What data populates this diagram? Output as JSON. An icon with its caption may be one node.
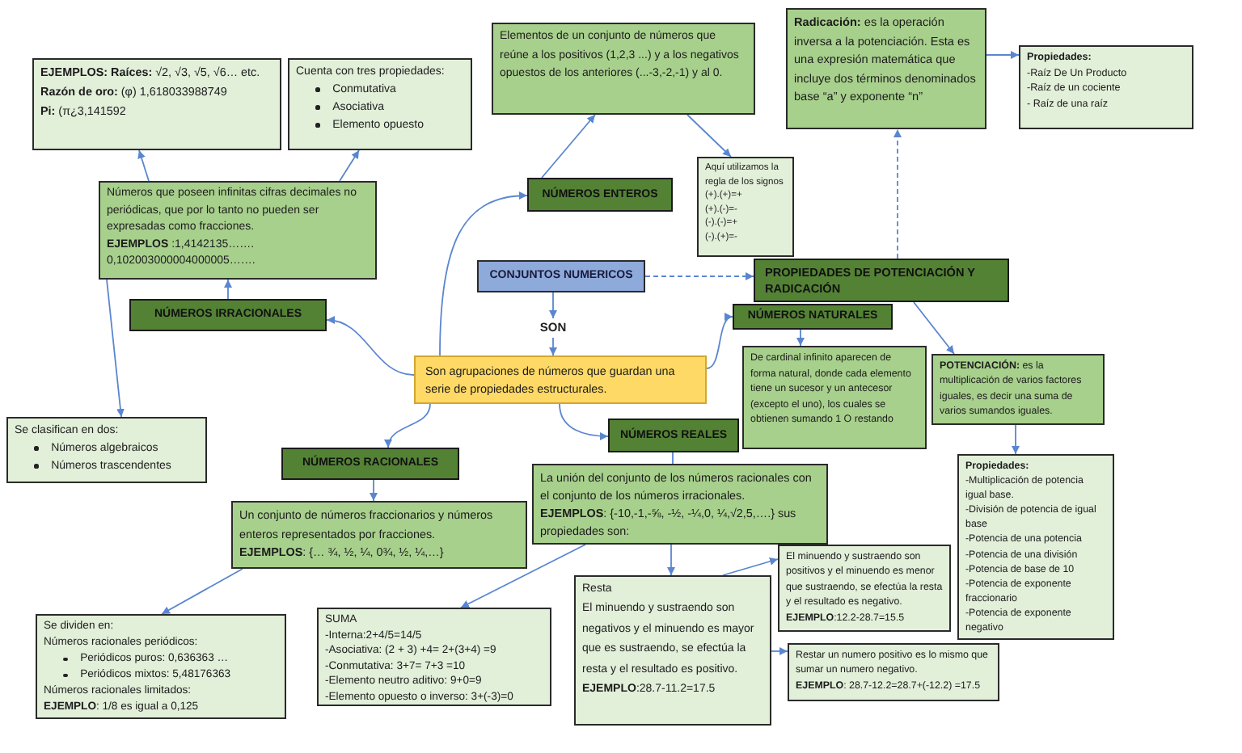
{
  "diagram": {
    "nodes": [
      {
        "text": [
          "**EJEMPLOS: Raíces:** √2, √3, √5, √6… etc.",
          "**Razón de oro:** (φ) 1,618033988749",
          "**Pi:** (π¿3,141592"
        ]
      },
      {
        "text": [
          "Cuenta con tres propiedades:",
          "Conmutativa",
          "Asociativa",
          "Elemento opuesto"
        ]
      },
      {
        "text": [
          "Elementos de un conjunto de números que reúne a los positivos (1,2,3 ...) y a los negativos opuestos de los anteriores (...-3,-2,-1) y al 0."
        ]
      },
      {
        "text": [
          "NÚMEROS ENTEROS"
        ]
      },
      {
        "text": [
          "Aquí utilizamos la regla de los signos",
          "(+).(+)=+",
          "(+).(-)=-",
          "(-).(-)=+",
          "(-).(+)=-"
        ]
      },
      {
        "text": [
          "**Radicación:** es la operación inversa a la potenciación. Esta es una expresión matemática que incluye dos términos denominados base “a” y exponente “n”"
        ]
      },
      {
        "text": [
          "Propiedades:",
          "-Raíz De Un Producto",
          "-Raíz de un cociente",
          "- Raíz de una raíz"
        ]
      },
      {
        "text": [
          "Números que poseen infinitas cifras decimales no periódicas, que por lo tanto no pueden ser expresadas como fracciones.",
          "**EJEMPLOS** :1,4142135…….",
          "0,102003000004000005……."
        ]
      },
      {
        "text": [
          "NÚMEROS IRRACIONALES"
        ]
      },
      {
        "text": [
          "CONJUNTOS NUMERICOS"
        ]
      },
      {
        "text": [
          "SON"
        ]
      },
      {
        "text": [
          "Son agrupaciones de números que guardan una serie de propiedades estructurales."
        ]
      },
      {
        "text": [
          "PROPIEDADES DE POTENCIACIÓN Y RADICACIÓN"
        ]
      },
      {
        "text": [
          "NÚMEROS NATURALES"
        ]
      },
      {
        "text": [
          "De cardinal infinito aparecen de forma natural, donde cada elemento tiene un sucesor y un antecesor (excepto el uno), los cuales se obtienen sumando 1 O restando"
        ]
      },
      {
        "text": [
          "**POTENCIACIÓN:** es la multiplicación de varios factores iguales, es decir una suma de varios sumandos iguales."
        ]
      },
      {
        "text": [
          "Propiedades:",
          "-Multiplicación de potencia igual base.",
          "-División de potencia de igual base",
          "-Potencia de una potencia",
          "-Potencia de una división",
          "-Potencia de base de 10",
          "-Potencia de exponente fraccionario",
          "-Potencia de exponente negativo"
        ]
      },
      {
        "text": [
          "Se clasifican en dos:",
          "Números algebraicos",
          "Números trascendentes"
        ]
      },
      {
        "text": [
          "NÚMEROS RACIONALES"
        ]
      },
      {
        "text": [
          "Un conjunto de números fraccionarios y números enteros representados por fracciones.",
          "**EJEMPLOS**: {… ¾, ½, ¼, 0¾, ½, ¼,…}"
        ]
      },
      {
        "text": [
          "NÚMEROS REALES"
        ]
      },
      {
        "text": [
          "La unión del conjunto de los números racionales con el conjunto de los números irracionales.",
          "**EJEMPLOS**: {-10,-1,-⅝, -½, -¼,0, ¼,√2,5,….} sus propiedades son:"
        ]
      },
      {
        "text": [
          "Se dividen en:",
          "Números racionales periódicos:",
          "Periódicos puros: 0,636363 …",
          "Periódicos mixtos: 5,48176363",
          "Números racionales limitados:",
          "**EJEMPLO**: 1/8 es igual a 0,125"
        ]
      },
      {
        "text": [
          "SUMA",
          "-Interna:2+4/5=14/5",
          "-Asociativa: (2 + 3) +4= 2+(3+4) =9",
          "-Conmutativa: 3+7= 7+3 =10",
          "-Elemento neutro aditivo: 9+0=9",
          "-Elemento opuesto o inverso: 3+(-3)=0"
        ]
      },
      {
        "text": [
          "Resta",
          "El minuendo y sustraendo son negativos y el minuendo es mayor que es sustraendo, se efectúa la resta y el resultado es positivo.",
          "**EJEMPLO**:28.7-11.2=17.5"
        ]
      },
      {
        "text": [
          "El minuendo y sustraendo son positivos y el minuendo es menor que sustraendo, se efectúa la resta y el resultado es negativo.",
          "**EJEMPLO**:12.2-28.7=15.5"
        ]
      },
      {
        "text": [
          "Restar un numero positivo es lo mismo que sumar un numero negativo.",
          "**EJEMPLO**: 28.7-12.2=28.7+(-12.2) =17.5"
        ]
      }
    ],
    "edges": [
      {
        "from": 7,
        "to": 0,
        "arrow": "to"
      },
      {
        "from": 7,
        "to": 1,
        "arrow": "to"
      },
      {
        "from": 8,
        "to": 7,
        "arrow": "to"
      },
      {
        "from": 7,
        "to": 17,
        "arrow": "to"
      },
      {
        "from": 11,
        "to": 8,
        "arrow": "to"
      },
      {
        "from": 11,
        "to": 3,
        "arrow": "to"
      },
      {
        "from": 3,
        "to": 2,
        "arrow": "to"
      },
      {
        "from": 2,
        "to": 4,
        "arrow": "to"
      },
      {
        "from": 9,
        "to": 10,
        "arrow": "to"
      },
      {
        "from": 10,
        "to": 11,
        "arrow": "to"
      },
      {
        "from": 9,
        "to": 12,
        "arrow": "to",
        "style": "dashed"
      },
      {
        "from": 12,
        "to": 5,
        "arrow": "to",
        "style": "dashed"
      },
      {
        "from": 5,
        "to": 6,
        "arrow": "to"
      },
      {
        "from": 12,
        "to": 15,
        "arrow": "to"
      },
      {
        "from": 15,
        "to": 16,
        "arrow": "to"
      },
      {
        "from": 11,
        "to": 13,
        "arrow": "to"
      },
      {
        "from": 13,
        "to": 14,
        "arrow": "to"
      },
      {
        "from": 11,
        "to": 20,
        "arrow": "to"
      },
      {
        "from": 20,
        "to": 21,
        "arrow": "none"
      },
      {
        "from": 11,
        "to": 18,
        "arrow": "to"
      },
      {
        "from": 18,
        "to": 19,
        "arrow": "to"
      },
      {
        "from": 19,
        "to": 22,
        "arrow": "to"
      },
      {
        "from": 21,
        "to": 23,
        "arrow": "to"
      },
      {
        "from": 21,
        "to": 24,
        "arrow": "to"
      },
      {
        "from": 24,
        "to": 25,
        "arrow": "to"
      },
      {
        "from": 24,
        "to": 26,
        "arrow": "to"
      }
    ]
  }
}
